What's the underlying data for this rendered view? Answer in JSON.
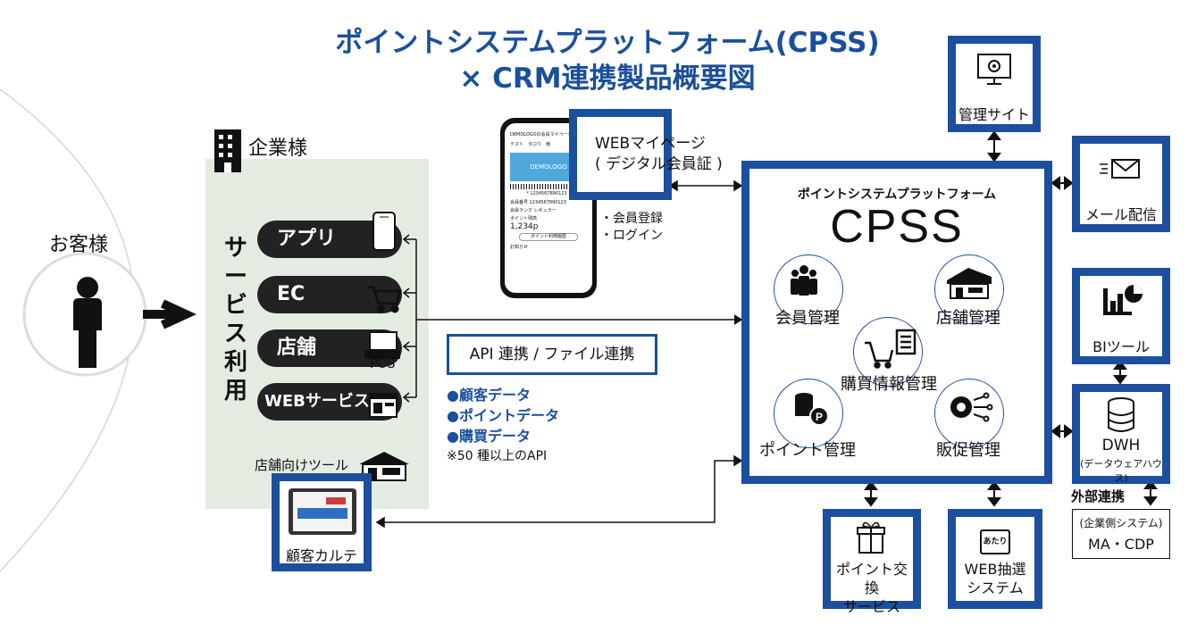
{
  "title": {
    "line1": "ポイントシステムプラットフォーム(CPSS)",
    "line2": "× CRM連携製品概要図"
  },
  "customer": {
    "label": "お客様"
  },
  "company": {
    "label": "企業様",
    "service_use": [
      "サ",
      "ー",
      "ビ",
      "ス",
      "利",
      "用"
    ],
    "services": [
      "アプリ",
      "EC",
      "店舗",
      "WEBサービス"
    ],
    "pos_label": "POS"
  },
  "phone": {
    "header": "DEMOLOGOの会員マイページ",
    "name": "テスト　タロウ　様",
    "card_logo": "DEMOLOGO",
    "barcode": "* 1234567890123 *",
    "member_no_label": "会員番号",
    "member_no": "1234567890123",
    "rank_label": "会員ランク",
    "rank": "レギュラー",
    "points_label": "ポイント残高",
    "points": "1,234p",
    "history_label": "ポイント利用履歴",
    "notice_label": "お知らせ"
  },
  "webmypage": {
    "line1": "WEBマイページ",
    "line2": "( デジタル会員証 )",
    "bullets": [
      "・会員登録",
      "・ログイン"
    ]
  },
  "api": {
    "label": "API 連携 / ファイル連携",
    "items": [
      "●顧客データ",
      "●ポイントデータ",
      "●購買データ"
    ],
    "note": "※50 種以上のAPI"
  },
  "store_tool": {
    "label": "店舗向けツール",
    "karte": "顧客カルテ"
  },
  "cpss": {
    "subtitle": "ポイントシステムプラットフォーム",
    "name": "CPSS",
    "modules": [
      "会員管理",
      "店舗管理",
      "購買情報管理",
      "ポイント管理",
      "販促管理"
    ]
  },
  "right": {
    "admin": "管理サイト",
    "mail": "メール配信",
    "bi": "BIツール",
    "dwh": "DWH",
    "dwh_sub": "(データウェアハウス)",
    "external": "外部連携",
    "external_box1": "(企業側システム)",
    "external_box2": "MA・CDP"
  },
  "bottom": {
    "point_exchange": [
      "ポイント交換",
      "サービス"
    ],
    "web_lottery": [
      "WEB抽選",
      "システム"
    ],
    "lottery_icon_text": "あたり"
  },
  "colors": {
    "brand": "#1c4f9e",
    "company_bg": "#e4ece2",
    "pill": "#222222"
  }
}
